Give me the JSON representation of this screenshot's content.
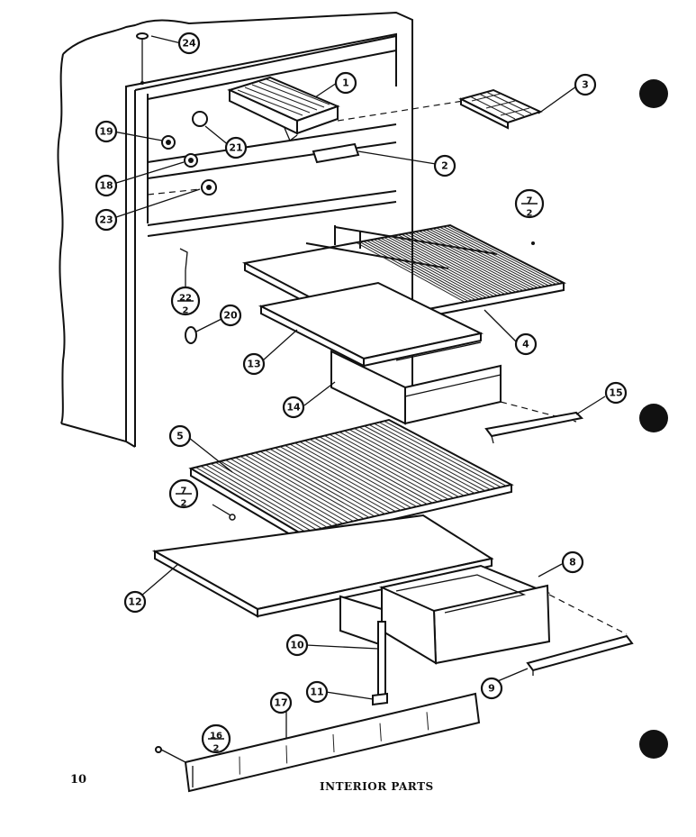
{
  "page": {
    "number": "10",
    "caption": "INTERIOR PARTS"
  },
  "callouts": [
    "1",
    "2",
    "3",
    "4",
    "5",
    "8",
    "9",
    "10",
    "11",
    "12",
    "13",
    "14",
    "15",
    "17",
    "18",
    "19",
    "20",
    "21",
    "23",
    "24"
  ],
  "fractions": [
    {
      "num": "7",
      "den": "2"
    },
    {
      "num": "22",
      "den": "2"
    },
    {
      "num": "7",
      "den": "2"
    },
    {
      "num": "16",
      "den": "2"
    }
  ]
}
